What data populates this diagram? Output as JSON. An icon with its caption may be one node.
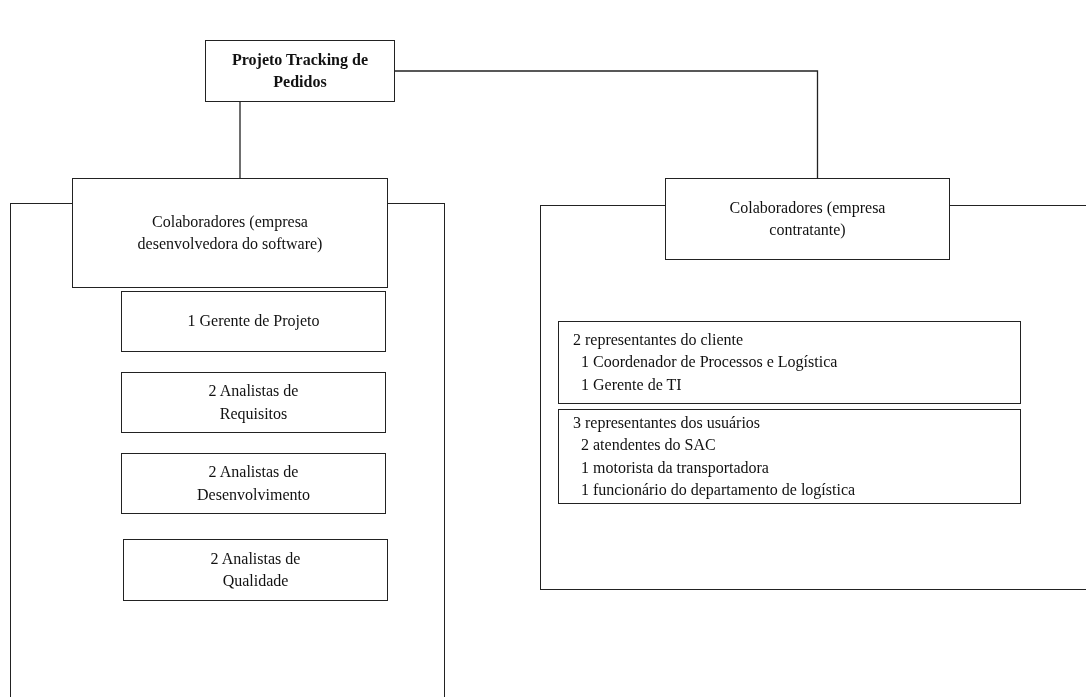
{
  "diagram": {
    "nodes": [
      {
        "text": [
          "Projeto Tracking de Pedidos"
        ]
      },
      {
        "text": [],
        "shape": "box"
      },
      {
        "text": [
          "Colaboradores (empresa desenvolvedora do software)"
        ]
      },
      {
        "text": [
          "1 Gerente de Projeto"
        ],
        "in": 1
      },
      {
        "text": [
          "2 Analistas de Requisitos"
        ],
        "in": 1
      },
      {
        "text": [
          "2 Analistas de Desenvolvimento"
        ],
        "in": 1
      },
      {
        "text": [
          "2 Analistas de Qualidade"
        ],
        "in": 1
      },
      {
        "text": [],
        "shape": "box"
      },
      {
        "text": [
          "Colaboradores (empresa contratante)"
        ]
      },
      {
        "text": [
          "2 representantes do cliente",
          "1 Coordenador de Processos e Logística",
          "1 Gerente de TI"
        ],
        "in": 7
      },
      {
        "text": [
          "3 representantes dos usuários",
          "2 atendentes do SAC",
          "1 motorista da transportadora",
          "1 funcionário do departamento de logística"
        ],
        "in": 7
      }
    ],
    "edges": [
      {
        "from": 0,
        "to": 2,
        "arrow": "none"
      },
      {
        "from": 0,
        "to": 8,
        "arrow": "none"
      }
    ]
  }
}
